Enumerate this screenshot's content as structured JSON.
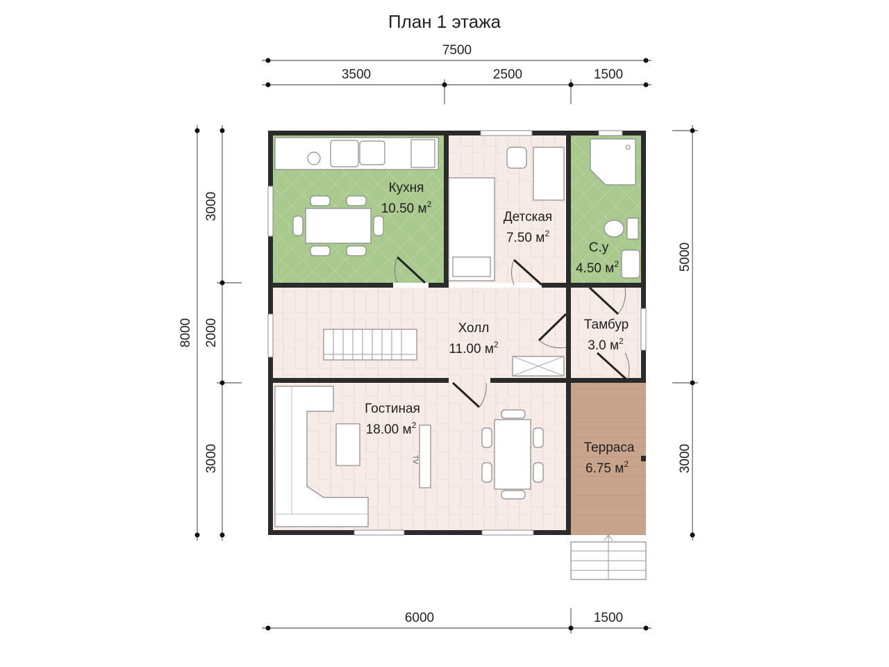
{
  "title": "План 1 этажа",
  "dims": {
    "top_total": "7500",
    "top_seg1": "3500",
    "top_seg2": "2500",
    "top_seg3": "1500",
    "left_total": "8000",
    "left_seg1": "3000",
    "left_seg2": "2000",
    "left_seg3": "3000",
    "right_seg1": "5000",
    "right_seg2": "3000",
    "bottom_seg1": "6000",
    "bottom_seg2": "1500"
  },
  "rooms": {
    "kitchen": {
      "name": "Кухня",
      "area": "10.50 м"
    },
    "kids": {
      "name": "Детская",
      "area": "7.50 м"
    },
    "wc": {
      "name": "С.у",
      "area": "4.50 м"
    },
    "hall": {
      "name": "Холл",
      "area": "11.00 м"
    },
    "vestibule": {
      "name": "Тамбур",
      "area": "3.0 м"
    },
    "living": {
      "name": "Гостиная",
      "area": "18.00 м"
    },
    "terrace": {
      "name": "Терраса",
      "area": "6.75 м"
    }
  },
  "area_superscript": "2",
  "tv_label": "TV",
  "colors": {
    "wet_rooms": "#a9c98f",
    "floor_wood": "#f6ebe6",
    "terrace_wood": "#c9a48c",
    "walls": "#2b2b2b"
  }
}
